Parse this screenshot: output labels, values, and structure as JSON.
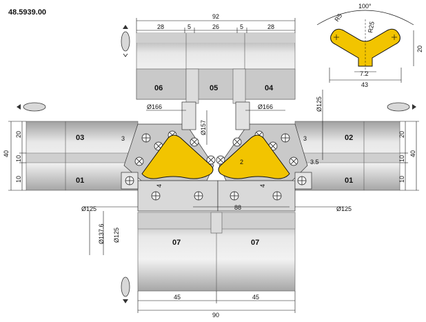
{
  "drawing_number": "48.5939.00",
  "roll_labels": {
    "r06": "06",
    "r05": "05",
    "r04": "04",
    "r03": "03",
    "r02": "02",
    "r01_left": "01",
    "r01_right": "01",
    "r07_left": "07",
    "r07_right": "07"
  },
  "dims": {
    "total_top": "92",
    "top_left": "28",
    "top_gap1": "5",
    "top_mid": "26",
    "top_gap2": "5",
    "top_right": "28",
    "bottom_total": "90",
    "bottom_left": "45",
    "bottom_right": "45",
    "d166_left": "Ø166",
    "d166_right": "Ø166",
    "d157": "Ø157",
    "d125_top": "Ø125",
    "d125_left": "Ø125",
    "d125_right": "Ø125",
    "d137": "Ø137.6",
    "d125_vert": "Ø125",
    "d88": "88",
    "left_40": "40",
    "left_20": "20",
    "left_10a": "10",
    "left_10b": "10",
    "right_40": "40",
    "right_20": "20",
    "right_10a": "10",
    "right_10b": "10",
    "n3_left": "3",
    "n3_right": "3",
    "n35": "3.5",
    "n2": "2",
    "n4_left": "4",
    "n4_right": "4"
  },
  "profile": {
    "angle": "100°",
    "r5": "R5",
    "r25": "R25",
    "height": "20",
    "web": "7.2",
    "width": "43"
  },
  "colors": {
    "profile_fill": "#f2c400",
    "roll_light": "#e2e2e2",
    "roll_mid": "#bdbdbd",
    "roll_dark": "#8f8f8f",
    "line": "#111111"
  }
}
